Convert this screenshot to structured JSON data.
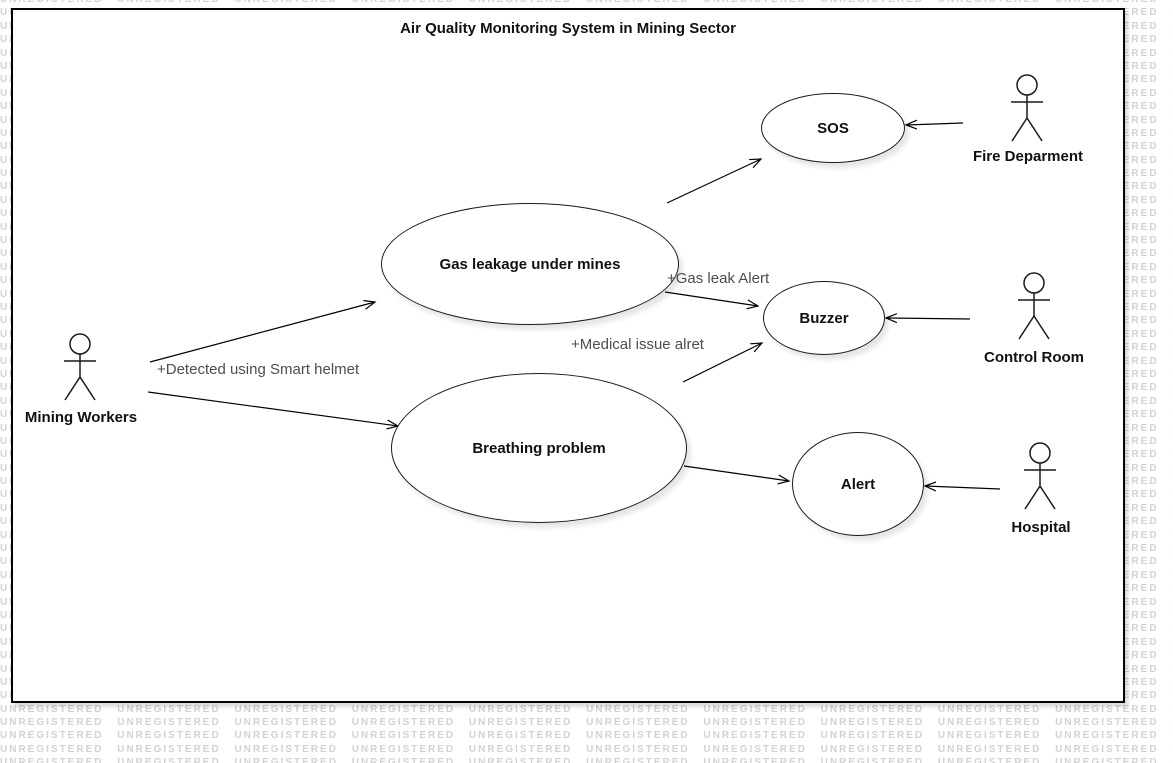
{
  "watermark": {
    "text": "UNREGISTERED"
  },
  "colors": {
    "stroke": "#1a1a1a",
    "edge_label": "#4d4d4d",
    "watermark": "#d2d2d2",
    "background": "#ffffff"
  },
  "diagram": {
    "title": "Air Quality Monitoring System in Mining Sector",
    "actors": [
      {
        "id": "mining-workers",
        "label": "Mining Workers"
      },
      {
        "id": "fire-deparment",
        "label": "Fire Deparment"
      },
      {
        "id": "control-room",
        "label": "Control Room"
      },
      {
        "id": "hospital",
        "label": "Hospital"
      }
    ],
    "use_cases": [
      {
        "id": "sos",
        "label": "SOS"
      },
      {
        "id": "gas-leakage",
        "label": "Gas leakage under mines"
      },
      {
        "id": "buzzer",
        "label": "Buzzer"
      },
      {
        "id": "breathing-problem",
        "label": "Breathing problem"
      },
      {
        "id": "alert",
        "label": "Alert"
      }
    ],
    "edges": [
      {
        "from": "mining-workers",
        "to": "gas-leakage",
        "label": "+Detected using Smart helmet"
      },
      {
        "from": "mining-workers",
        "to": "breathing-problem",
        "label": ""
      },
      {
        "from": "gas-leakage",
        "to": "sos",
        "label": ""
      },
      {
        "from": "gas-leakage",
        "to": "buzzer",
        "label": "+Gas leak Alert"
      },
      {
        "from": "breathing-problem",
        "to": "buzzer",
        "label": "+Medical issue alret"
      },
      {
        "from": "breathing-problem",
        "to": "alert",
        "label": ""
      },
      {
        "from": "fire-deparment",
        "to": "sos",
        "label": ""
      },
      {
        "from": "control-room",
        "to": "buzzer",
        "label": ""
      },
      {
        "from": "hospital",
        "to": "alert",
        "label": ""
      }
    ]
  }
}
